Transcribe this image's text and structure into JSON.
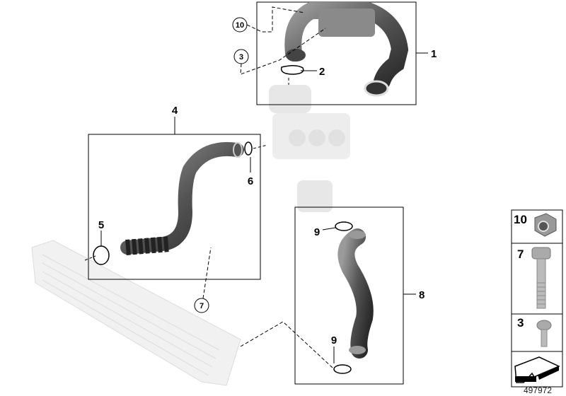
{
  "diagram": {
    "callouts": {
      "part1": "1",
      "part2": "2",
      "part3_circled": "3",
      "part10_circled": "10",
      "part4": "4",
      "part5": "5",
      "part6": "6",
      "part7_circled": "7",
      "part8": "8",
      "part9_upper": "9",
      "part9_lower": "9"
    },
    "legend": [
      {
        "number": "10",
        "icon": "nut-icon"
      },
      {
        "number": "7",
        "icon": "hex-bolt-icon"
      },
      {
        "number": "3",
        "icon": "torx-screw-icon"
      },
      {
        "icon": "direction-arrow-icon"
      }
    ],
    "image_id": "497972"
  }
}
